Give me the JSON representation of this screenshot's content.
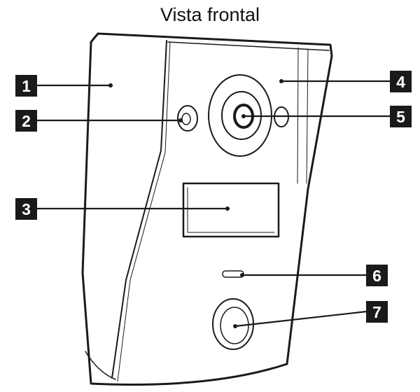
{
  "title": "Vista frontal",
  "callouts": [
    {
      "label": "1",
      "part": "housing"
    },
    {
      "label": "2",
      "part": "sensor"
    },
    {
      "label": "3",
      "part": "name-plate"
    },
    {
      "label": "4",
      "part": "front-panel"
    },
    {
      "label": "5",
      "part": "camera-lens"
    },
    {
      "label": "6",
      "part": "microphone"
    },
    {
      "label": "7",
      "part": "call-button"
    }
  ],
  "colors": {
    "callout_fill": "#1a1a1a",
    "callout_text": "#ffffff",
    "line": "#1a1a1a",
    "device_fill": "#ffffff"
  }
}
